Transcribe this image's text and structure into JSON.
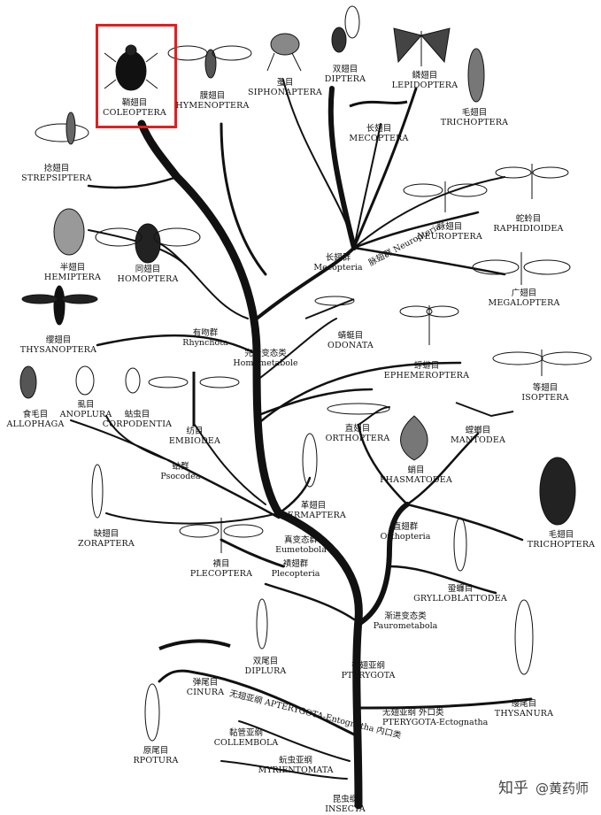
{
  "highlight_color": "#e02020",
  "orders": [
    {
      "key": "coleoptera",
      "cn": "鞘翅目",
      "en": "COLEOPTERA",
      "icon": "beetle-icon"
    },
    {
      "key": "hymenoptera",
      "cn": "膜翅目",
      "en": "HYMENOPTERA",
      "icon": "wasp-icon"
    },
    {
      "key": "siphonaptera",
      "cn": "蚤目",
      "en": "SIPHONAPTERA",
      "icon": "flea-icon"
    },
    {
      "key": "diptera",
      "cn": "双翅目",
      "en": "DIPTERA",
      "icon": "fly-icon"
    },
    {
      "key": "lepidoptera",
      "cn": "鳞翅目",
      "en": "LEPIDOPTERA",
      "icon": "butterfly-icon"
    },
    {
      "key": "trichoptera_top",
      "cn": "毛翅目",
      "en": "TRICHOPTERA",
      "icon": "caddisfly-icon"
    },
    {
      "key": "mecoptera",
      "cn": "长翅目",
      "en": "MECOPTERA",
      "icon": "scorpionfly-icon"
    },
    {
      "key": "strepsiptera",
      "cn": "捻翅目",
      "en": "STREPSIPTERA",
      "icon": "twisted-wing-icon"
    },
    {
      "key": "neuroptera",
      "cn": "脉翅目",
      "en": "NEUROPTERA",
      "icon": "lacewing-icon"
    },
    {
      "key": "raphidioidea",
      "cn": "蛇蛉目",
      "en": "RAPHIDIOIDEA",
      "icon": "snakefly-icon"
    },
    {
      "key": "hemiptera",
      "cn": "半翅目",
      "en": "HEMIPTERA",
      "icon": "bug-icon"
    },
    {
      "key": "homoptera",
      "cn": "同翅目",
      "en": "HOMOPTERA",
      "icon": "cicada-icon"
    },
    {
      "key": "megaloptera",
      "cn": "广翅目",
      "en": "MEGALOPTERA",
      "icon": "dobsonfly-icon"
    },
    {
      "key": "thysanoptera",
      "cn": "缨翅目",
      "en": "THYSANOPTERA",
      "icon": "thrips-icon"
    },
    {
      "key": "odonata",
      "cn": "蜻蜓目",
      "en": "ODONATA",
      "icon": "dragonfly-icon"
    },
    {
      "key": "ephemeroptera",
      "cn": "蜉蝣目",
      "en": "EPHEMEROPTERA",
      "icon": "mayfly-icon"
    },
    {
      "key": "isoptera",
      "cn": "等翅目",
      "en": "ISOPTERA",
      "icon": "termite-icon"
    },
    {
      "key": "allophaga",
      "cn": "食毛目",
      "en": "ALLOPHAGA",
      "icon": "chewing-louse-icon"
    },
    {
      "key": "anoplura",
      "cn": "虱目",
      "en": "ANOPLURA",
      "icon": "louse-icon"
    },
    {
      "key": "corpodentia",
      "cn": "蛄虫目",
      "en": "CORPODENTIA",
      "icon": "booklouse-icon"
    },
    {
      "key": "embiodea",
      "cn": "纺目",
      "en": "EMBIODEA",
      "icon": "webspinner-icon"
    },
    {
      "key": "orthoptera",
      "cn": "直翅目",
      "en": "ORTHOPTERA",
      "icon": "grasshopper-icon"
    },
    {
      "key": "mantodea",
      "cn": "螳螂目",
      "en": "MANTODEA",
      "icon": "mantis-icon"
    },
    {
      "key": "phasmatodea",
      "cn": "蛸目",
      "en": "PHASMATODEA",
      "icon": "leaf-insect-icon"
    },
    {
      "key": "zoraptera",
      "cn": "缺翅目",
      "en": "ZORAPTERA",
      "icon": "angel-insect-icon"
    },
    {
      "key": "dermaptera",
      "cn": "革翅目",
      "en": "DERMAPTERA",
      "icon": "earwig-icon"
    },
    {
      "key": "trichoptera_right",
      "cn": "毛翅目",
      "en": "TRICHOPTERA",
      "icon": "cockroach-icon"
    },
    {
      "key": "plecoptera",
      "cn": "襀目",
      "en": "PLECOPTERA",
      "icon": "stonefly-icon"
    },
    {
      "key": "grylloblattodea",
      "cn": "蛩蠊目",
      "en": "GRYLLOBLATTODEA",
      "icon": "ice-crawler-icon"
    },
    {
      "key": "diplura",
      "cn": "双尾目",
      "en": "DIPLURA",
      "icon": "diplura-icon"
    },
    {
      "key": "cinura",
      "cn": "弹尾目",
      "en": "CINURA",
      "icon": "springtail-icon"
    },
    {
      "key": "thysanura",
      "cn": "缨尾目",
      "en": "THYSANURA",
      "icon": "silverfish-icon"
    },
    {
      "key": "protura",
      "cn": "原尾目",
      "en": "RPOTURA",
      "icon": "proturan-icon"
    }
  ],
  "groups": [
    {
      "key": "mecopteria",
      "cn": "长翅群",
      "en": "Mecopteria"
    },
    {
      "key": "rhynchota",
      "cn": "有吻群",
      "en": "Rhynchota"
    },
    {
      "key": "homometabole",
      "cn": "完全变态类",
      "en": "Homometabole"
    },
    {
      "key": "psocodea",
      "cn": "蛄群",
      "en": "Psocodea"
    },
    {
      "key": "orthopteria",
      "cn": "直翅群",
      "en": "Orthopteria"
    },
    {
      "key": "eumetobola",
      "cn": "真变态群",
      "en": "Eumetobola"
    },
    {
      "key": "plecopteria",
      "cn": "襀翅群",
      "en": "Plecopteria"
    },
    {
      "key": "paurometabola",
      "cn": "渐进变态类",
      "en": "Paurometabola"
    },
    {
      "key": "pterygota",
      "cn": "有翅亚纲",
      "en": "PTERYGOTA"
    },
    {
      "key": "collembola",
      "cn": "黏管亚纲",
      "en": "COLLEMBOLA"
    },
    {
      "key": "myrientomata",
      "cn": "蚖虫亚纲",
      "en": "MYRIENTOMATA"
    },
    {
      "key": "insecta",
      "cn": "昆虫纲",
      "en": "INSECTA"
    }
  ],
  "rotated": [
    {
      "key": "neuropteria",
      "cn": "脉翅群",
      "en": "Neuropteria"
    },
    {
      "key": "apterygota_ento",
      "cn": "无翅亚纲",
      "en": "APTERYGOTA-Entognatha",
      "sub": "内口类"
    },
    {
      "key": "pterygota_ecto",
      "cn": "无翅亚纲",
      "en": "PTERYGOTA-Ectognatha",
      "sub": "外口类"
    }
  ],
  "watermark": {
    "site": "知乎",
    "author": "@黄药师"
  }
}
